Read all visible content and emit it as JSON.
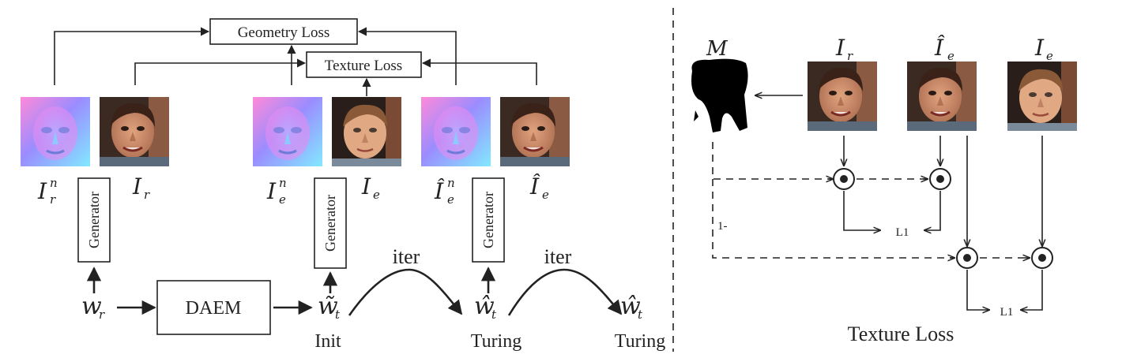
{
  "boxes": {
    "geometry_loss": "Geometry Loss",
    "texture_loss": "Texture Loss",
    "daem": "DAEM",
    "generator": "Generator"
  },
  "symbols": {
    "I": "I",
    "I_hat": "Î",
    "w": "w",
    "w_tilde": "w̃",
    "w_hat": "ŵ",
    "M": "M",
    "sub_r": "r",
    "sub_e": "e",
    "sub_t": "t",
    "sup_n": "n"
  },
  "labels": {
    "iter": "iter",
    "init": "Init",
    "turing": "Turing",
    "one_minus": "1-",
    "l1": "L1",
    "texture_loss_title": "Texture Loss"
  },
  "images": {
    "normal_map": "normal-map",
    "face_real": "face-photo",
    "face_edit": "face-photo",
    "mask": "face-mask"
  },
  "colors": {
    "ink": "#222222",
    "normal_map_hues": [
      "#ff7fd6",
      "#8f8cff",
      "#7fe6ff"
    ],
    "skin": "#c88a66",
    "hair": "#3a2218"
  }
}
